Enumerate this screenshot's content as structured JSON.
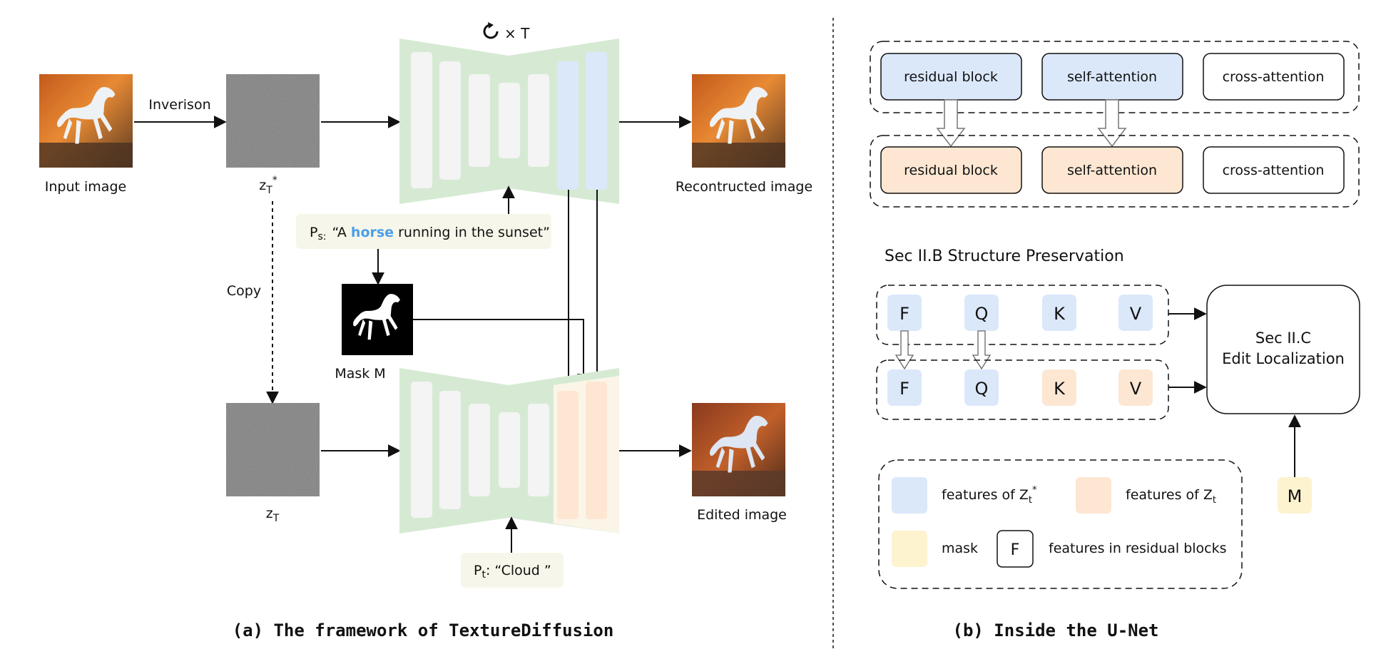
{
  "colors": {
    "unet_green": "#d6ead3",
    "unet_bar": "#f4f4f4",
    "blue_feature": "#dbe8fa",
    "orange_feature": "#fde7d2",
    "mask_yellow": "#fdf3cf",
    "prompt_bg": "#f7f6ea",
    "horse_word": "#4a9fe8"
  },
  "left": {
    "input_label": "Input image",
    "inversion_label": "Inverison",
    "zt_star_label": "z",
    "zt_star_sub": "T",
    "zt_star_sup": "*",
    "loop_label": "× T",
    "recon_label": "Recontructed image",
    "prompt_s_prefix": "P",
    "prompt_s_sub": "s:",
    "prompt_s_open": "“A ",
    "prompt_s_word": "horse",
    "prompt_s_rest": " running in the sunset”",
    "copy_label": "Copy",
    "mask_label": "Mask M",
    "zt_label": "z",
    "zt_sub": "T",
    "edited_label": "Edited image",
    "prompt_t_prefix": "P",
    "prompt_t_sub": "t",
    "prompt_t_text": ":  “Cloud ”",
    "caption": "(a) The framework of TextureDiffusion"
  },
  "right": {
    "row1": [
      "residual block",
      "self-attention",
      "cross-attention"
    ],
    "row2": [
      "residual block",
      "self-attention",
      "cross-attention"
    ],
    "section_b": "Sec II.B  Structure Preservation",
    "fqkv_row1": [
      "F",
      "Q",
      "K",
      "V"
    ],
    "fqkv_row2": [
      "F",
      "Q",
      "K",
      "V"
    ],
    "edit_loc_line1": "Sec II.C",
    "edit_loc_line2": "Edit Localization",
    "m_label": "M",
    "legend": {
      "blue_text": "features of Z",
      "blue_sub": "t",
      "blue_sup": "*",
      "orange_text": "features of Z",
      "orange_sub": "t",
      "mask_text": "mask",
      "f_box": "F",
      "f_text": "features in residual blocks"
    },
    "caption": "(b) Inside the U-Net"
  }
}
